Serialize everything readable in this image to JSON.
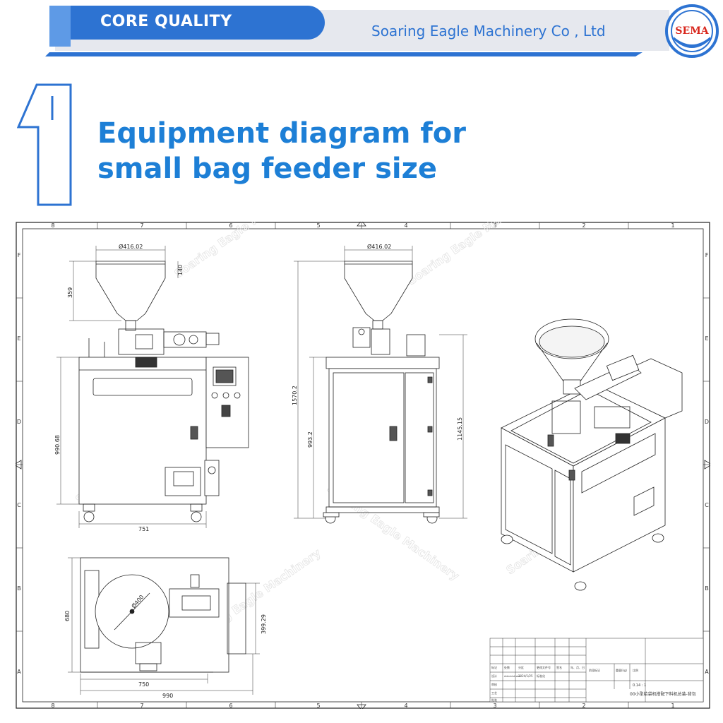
{
  "header": {
    "badge": "CORE QUALITY",
    "company": "Soaring Eagle Machinery Co , Ltd",
    "logo_text": "SEMA"
  },
  "section": {
    "number": "1",
    "title_line1": "Equipment diagram for",
    "title_line2": "small bag feeder size"
  },
  "drawing": {
    "border_columns": [
      "8",
      "7",
      "6",
      "5",
      "4",
      "3",
      "2",
      "1"
    ],
    "border_rows": [
      "F",
      "E",
      "D",
      "C",
      "B",
      "A"
    ],
    "front_view": {
      "hopper_diameter": "Ø416.02",
      "hopper_height": "140",
      "hopper_total": "359",
      "body_height": "990.68",
      "width": "751"
    },
    "side_view": {
      "hopper_diameter": "Ø416.02",
      "total_height": "1570.2",
      "body_height": "993.2",
      "frame_height": "1145.15"
    },
    "top_view": {
      "disc_diameter": "Ø400",
      "depth": "680",
      "offset": "399.29",
      "width_inner": "750",
      "width_overall": "990"
    },
    "title_block": {
      "drawing_name": "00小型给袋机搭配下料机总装-背包",
      "scale": "0.14 : 1",
      "cells": [
        "标记",
        "处数",
        "分区",
        "更改文件号",
        "签名",
        "年、月、日",
        "设计",
        "Administrator",
        "2024/1/25",
        "标准化",
        "审核",
        "工艺",
        "批准",
        "阶段标记",
        "重量(kg)",
        "比例"
      ]
    }
  },
  "watermark": "Soaring Eagle Machinery",
  "colors": {
    "brand_blue": "#2d73d2",
    "title_blue": "#1d7fd6",
    "header_gray": "#e6e8ee"
  }
}
